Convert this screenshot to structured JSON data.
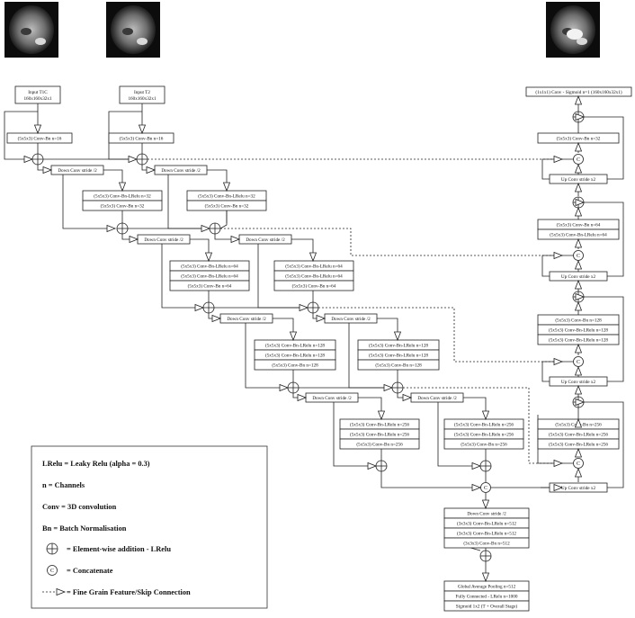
{
  "inputs": {
    "t1c": "Input T1C\n160x160x32x1",
    "t2": "Input T2\n160x160x32x1"
  },
  "output_top": "(1x1x1) Conv - Sigmoid n=1 (160x160x32x1)",
  "encoder": {
    "l1_a": "(5x5x3) Conv-Bn n=16",
    "l1_b": "(5x5x3) Conv-Bn n=16",
    "l2": [
      "(5x5x3) Conv-Bn-LRelu n=32",
      "(5x5x3) Conv-Bn n=32"
    ],
    "l3": [
      "(5x5x3) Conv-Bn-LRelu n=64",
      "(5x5x3) Conv-Bn-LRelu n=64",
      "(5x5x3) Conv-Bn n=64"
    ],
    "l4": [
      "(5x5x3) Conv-Bn-LRelu n=128",
      "(5x5x3) Conv-Bn-LRelu n=128",
      "(5x5x3) Conv-Bn n=128"
    ],
    "l5": [
      "(5x5x3) Conv-Bn-LRelu n=256",
      "(5x5x3) Conv-Bn-LRelu n=256",
      "(5x5x3) Conv-Bn n=256"
    ],
    "down": "Down Conv stride /2"
  },
  "decoder": {
    "d1": "(5x5x3) Conv-Bn n=32",
    "d2": [
      "(5x5x3) Conv-Bn n=64",
      "(5x5x3) Conv-Bn-LRelu n=64"
    ],
    "d3": [
      "(5x5x3) Conv-Bn n=128",
      "(5x5x3) Conv-Bn-LRelu n=128",
      "(5x5x3) Conv-Bn-LRelu n=128"
    ],
    "d4": [
      "(5x5x3) Conv-Bn n=256",
      "(5x5x3) Conv-Bn-LRelu n=256",
      "(5x5x3) Conv-Bn-LRelu n=256"
    ],
    "up": "Up Conv stride x2"
  },
  "bottleneck": [
    "Down Conv stride /2",
    "(3x3x3) Conv-Bn-LRelu n=512",
    "(3x3x3) Conv-Bn-LRelu n=512",
    "(3x3x3) Conv-Bn n=512"
  ],
  "classifier": [
    "Global Average Pooling n=512",
    "Fully Connected - LRelu n=1000",
    "Sigmoid 1x2 (T + Overall Stage)"
  ],
  "symbols": {
    "add": "+",
    "concat": "C"
  },
  "legend": {
    "lrelu": "LRelu = Leaky Relu (alpha = 0.3)",
    "n": "n = Channels",
    "conv": "Conv = 3D convolution",
    "bn": "Bn = Batch Normalisation",
    "add": "= Element-wise addition  - LRelu",
    "concat": "= Concatenate",
    "skip": "= Fine Grain Feature/Skip Connection"
  },
  "colors": {
    "line": "#222222",
    "mri_bg": "#0c0c0c",
    "mask": "#f2f2f2"
  }
}
